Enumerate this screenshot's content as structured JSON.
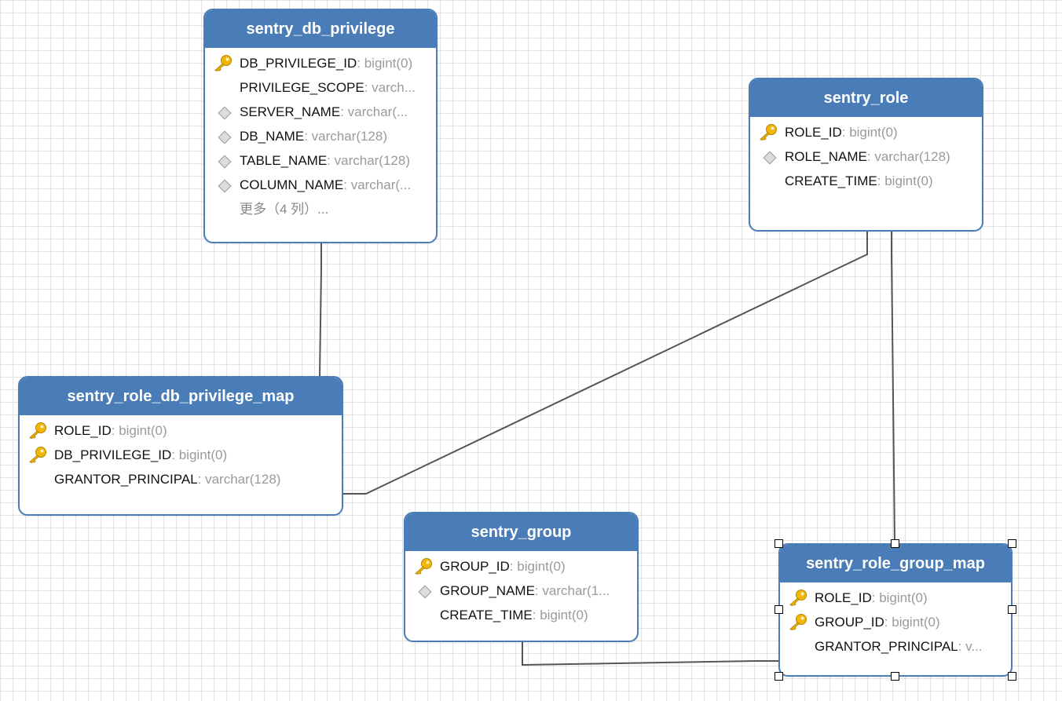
{
  "tables": [
    {
      "id": "sentry_db_privilege",
      "name": "sentry_db_privilege",
      "columns": [
        {
          "name": "DB_PRIVILEGE_ID",
          "type": ": bigint(0)",
          "icon": "key"
        },
        {
          "name": "PRIVILEGE_SCOPE",
          "type": ": varch...",
          "icon": "none"
        },
        {
          "name": "SERVER_NAME",
          "type": ": varchar(...",
          "icon": "diamond"
        },
        {
          "name": "DB_NAME",
          "type": ": varchar(128)",
          "icon": "diamond"
        },
        {
          "name": "TABLE_NAME",
          "type": ": varchar(128)",
          "icon": "diamond"
        },
        {
          "name": "COLUMN_NAME",
          "type": ": varchar(...",
          "icon": "diamond"
        }
      ],
      "more": "更多（4 列）..."
    },
    {
      "id": "sentry_role",
      "name": "sentry_role",
      "columns": [
        {
          "name": "ROLE_ID",
          "type": ": bigint(0)",
          "icon": "key"
        },
        {
          "name": "ROLE_NAME",
          "type": ": varchar(128)",
          "icon": "diamond"
        },
        {
          "name": "CREATE_TIME",
          "type": ": bigint(0)",
          "icon": "none"
        }
      ]
    },
    {
      "id": "sentry_role_db_privilege_map",
      "name": "sentry_role_db_privilege_map",
      "columns": [
        {
          "name": "ROLE_ID",
          "type": ": bigint(0)",
          "icon": "key"
        },
        {
          "name": "DB_PRIVILEGE_ID",
          "type": ": bigint(0)",
          "icon": "key"
        },
        {
          "name": "GRANTOR_PRINCIPAL",
          "type": ": varchar(128)",
          "icon": "none"
        }
      ]
    },
    {
      "id": "sentry_group",
      "name": "sentry_group",
      "columns": [
        {
          "name": "GROUP_ID",
          "type": ": bigint(0)",
          "icon": "key"
        },
        {
          "name": "GROUP_NAME",
          "type": ": varchar(1...",
          "icon": "diamond"
        },
        {
          "name": "CREATE_TIME",
          "type": ": bigint(0)",
          "icon": "none"
        }
      ]
    },
    {
      "id": "sentry_role_group_map",
      "name": "sentry_role_group_map",
      "selected": true,
      "columns": [
        {
          "name": "ROLE_ID",
          "type": ": bigint(0)",
          "icon": "key"
        },
        {
          "name": "GROUP_ID",
          "type": ": bigint(0)",
          "icon": "key"
        },
        {
          "name": "GRANTOR_PRINCIPAL",
          "type": ": v...",
          "icon": "none"
        }
      ]
    }
  ],
  "relations": [
    {
      "from": "sentry_db_privilege",
      "to": "sentry_role_db_privilege_map"
    },
    {
      "from": "sentry_role",
      "to": "sentry_role_db_privilege_map"
    },
    {
      "from": "sentry_role",
      "to": "sentry_role_group_map"
    },
    {
      "from": "sentry_group",
      "to": "sentry_role_group_map"
    }
  ],
  "colors": {
    "header": "#4a7db8",
    "key": "#f2b705",
    "connector": "#555555",
    "type_text": "#9a9a9a"
  }
}
